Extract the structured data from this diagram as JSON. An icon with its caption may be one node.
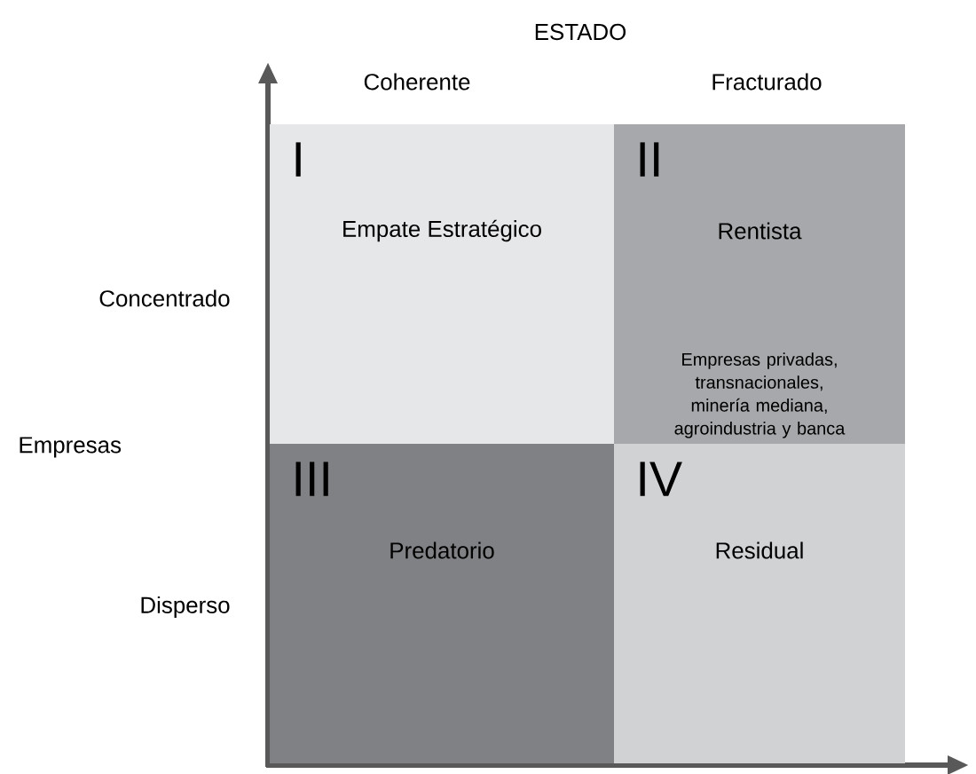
{
  "diagram": {
    "nodes": [
      {
        "text": [
          "I",
          "Empate Estratégico"
        ]
      },
      {
        "text": [
          "II",
          "Rentista",
          "Empresas privadas, transnacionales, minería mediana, agroindustria y banca"
        ]
      },
      {
        "text": [
          "III",
          "Predatorio"
        ]
      },
      {
        "text": [
          "IV",
          "Residual"
        ]
      }
    ],
    "labels": [
      "ESTADO",
      "Coherente",
      "Fracturado",
      "Concentrado",
      "Empresas",
      "Disperso"
    ]
  }
}
